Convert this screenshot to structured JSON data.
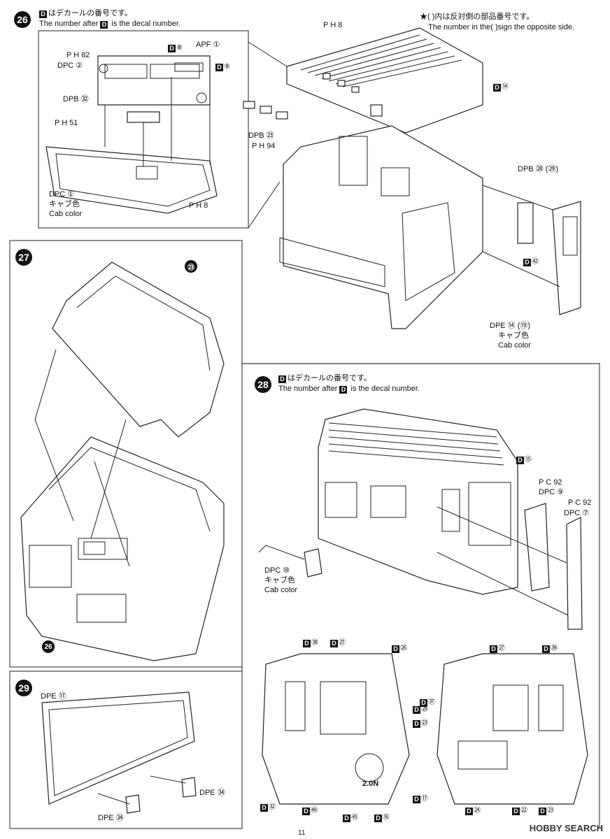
{
  "decal_prefix": "D",
  "step26": {
    "num": "26",
    "jp": "はデカールの番号です。",
    "en_pre": "The number after",
    "en_post": "is the decal number.",
    "parts": {
      "ph82": "P H 82",
      "dpc2": "DPC ②",
      "dpb32": "DPB ㉜",
      "ph51": "P H 51",
      "dpc1": "DPC ①",
      "cab_color_jp": "キャブ色",
      "cab_color_en": "Cab color",
      "ph8_low": "P H 8",
      "apf1": "APF ①",
      "d8": "⑧",
      "d9": "⑨",
      "ph8_top": "P H 8",
      "d14": "⑭",
      "dpb23": "DPB ㉓",
      "ph94": "P H 94",
      "dpb28": "DPB ㉘ (㉙)",
      "d42": "㊷",
      "dpe14": "DPE ⑭ (⑲)",
      "cab_color_jp2": "キャブ色",
      "cab_color_en2": "Cab color"
    },
    "note_jp": "★(  )内は反対側の部品番号です。",
    "note_en": "The number in the(  )sign the opposite side."
  },
  "step27": {
    "num": "27",
    "d23": "㉓",
    "ref26": "26"
  },
  "step28": {
    "num": "28",
    "jp": "はデカールの番号です。",
    "en_pre": "The number after",
    "en_post": "is the decal number.",
    "parts": {
      "d15": "⑮",
      "pc92a": "P C 92",
      "dpc9": "DPC ⑨",
      "pc92b": "P C 92",
      "dpc7": "DPC ⑦",
      "dpc10": "DPC ⑩",
      "cab_color_jp": "キャブ色",
      "cab_color_en": "Cab color"
    },
    "decals_left": [
      "㊳",
      "㉗",
      "㉖",
      "㉘",
      "㉓",
      "㉜",
      "㊵",
      "㊺",
      "⑯",
      "⑰"
    ],
    "decals_right": [
      "㊴",
      "㉗",
      "㊲",
      "㉔",
      "㉒",
      "㉓"
    ],
    "text_2on": "2.0N"
  },
  "step29": {
    "num": "29",
    "dpe17": "DPE ⑰",
    "dpe54a": "DPE ㉞",
    "dpe54b": "DPE ㉞"
  },
  "page_number": "11",
  "watermark": "HOBBY SEARCH"
}
